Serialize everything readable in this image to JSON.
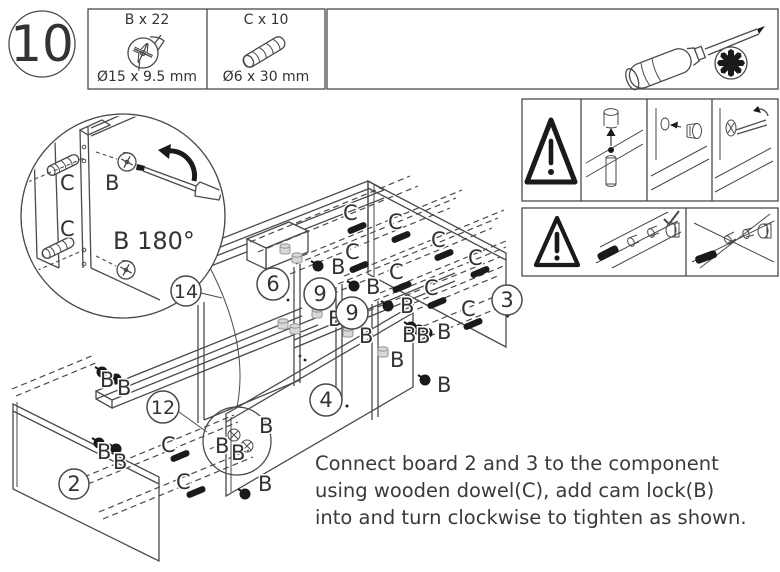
{
  "step_number": "10",
  "parts_box": {
    "parts": [
      {
        "code_label": "B x 22",
        "size_label": "Ø15 x 9.5 mm",
        "icon": "cam-lock-icon"
      },
      {
        "code_label": "C x 10",
        "size_label": "Ø6 x 30 mm",
        "icon": "wooden-dowel-icon"
      }
    ]
  },
  "tool_box": {
    "icon": "phillips-screwdriver-icon"
  },
  "warning_panels": {
    "top_icons": [
      "warning-triangle-icon",
      "dowel-insert-icon",
      "cam-insert-icon",
      "cam-turn-icon"
    ],
    "bottom_icons": [
      "warning-triangle-icon",
      "correct-alignment-icon",
      "wrong-alignment-icon"
    ],
    "checkmark": "✓"
  },
  "diagram": {
    "part_marker_cam_lock": "B",
    "part_marker_dowel": "C",
    "rotation_note": "B 180°",
    "board_callouts": [
      "14",
      "6",
      "9",
      "9",
      "3",
      "12",
      "4",
      "2"
    ]
  },
  "instruction_text": {
    "lines": [
      "Connect board 2 and 3 to the component",
      "using wooden dowel(C), add cam lock(B)",
      "into and turn clockwise to tighten as shown."
    ]
  },
  "colors": {
    "line": "#4a4a4a",
    "text": "#333333",
    "part_fill": "#1a1a1a",
    "gray_part": "#d8d8d8"
  }
}
